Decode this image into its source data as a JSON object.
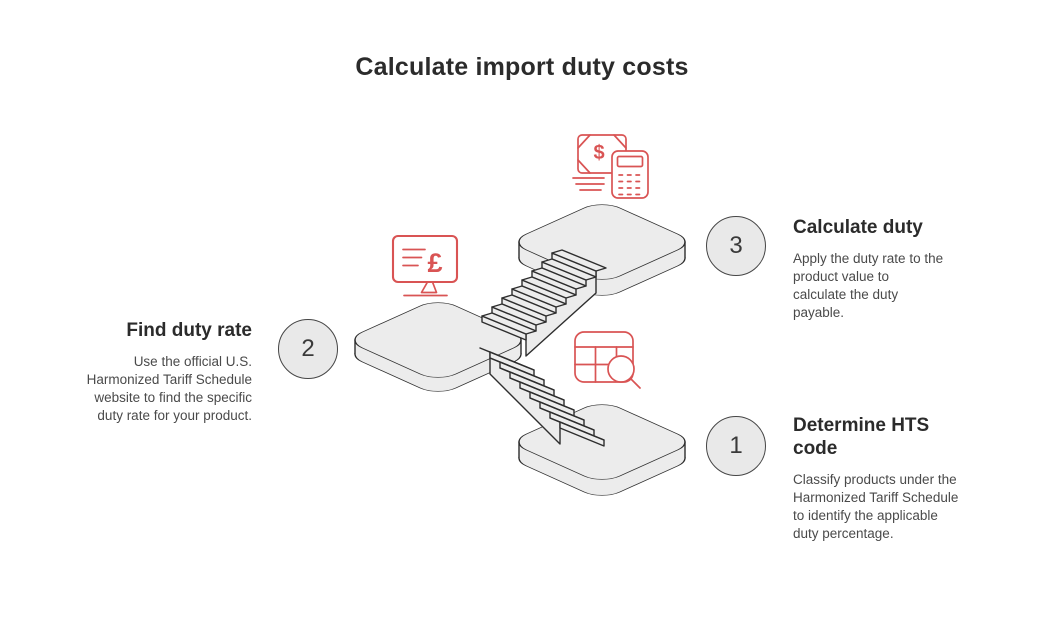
{
  "title": "Calculate import duty costs",
  "colors": {
    "accent": "#d95454",
    "outline": "#2e2e2e",
    "surface": "#ececec",
    "badge_fill": "#e9e9e9",
    "badge_border": "#454545",
    "title_color": "#2b2b2b",
    "body_color": "#4a4a4a"
  },
  "steps": [
    {
      "number": "1",
      "title": "Determine HTS code",
      "description": "Classify products under the Harmonized Tariff Schedule to identify the applicable duty percentage."
    },
    {
      "number": "2",
      "title": "Find duty rate",
      "description": "Use the official U.S. Harmonized Tariff Schedule website to find the specific duty rate for your product."
    },
    {
      "number": "3",
      "title": "Calculate duty",
      "description": "Apply the duty rate to the product value to calculate the duty payable."
    }
  ],
  "icons": {
    "money_calculator": {
      "name": "money-calculator-icon",
      "currency_glyph": "$"
    },
    "monitor_tariff": {
      "name": "monitor-pound-icon",
      "currency_glyph": "£"
    },
    "table_search": {
      "name": "table-search-icon"
    }
  }
}
